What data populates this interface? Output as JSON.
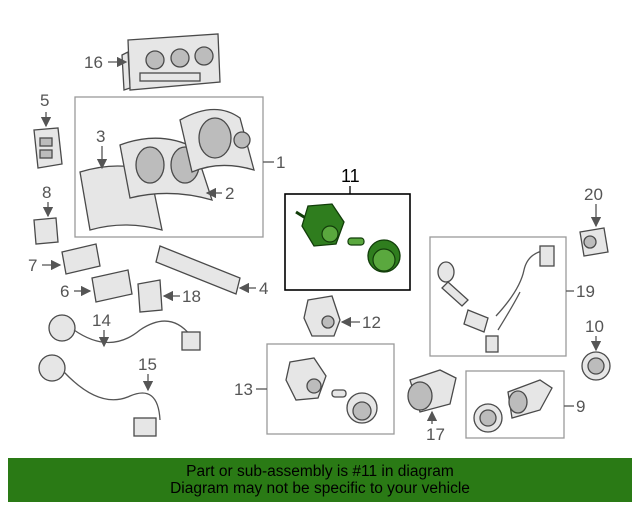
{
  "callouts": {
    "c1": "1",
    "c2": "2",
    "c3": "3",
    "c4": "4",
    "c5": "5",
    "c6": "6",
    "c7": "7",
    "c8": "8",
    "c9": "9",
    "c10": "10",
    "c11": "11",
    "c12": "12",
    "c13": "13",
    "c14": "14",
    "c15": "15",
    "c16": "16",
    "c17": "17",
    "c18": "18",
    "c19": "19",
    "c20": "20"
  },
  "highlight_color": "#2a7a15",
  "banner": {
    "line1": "Part or sub-assembly is #11 in diagram",
    "line2": "Diagram may not be specific to your vehicle"
  }
}
